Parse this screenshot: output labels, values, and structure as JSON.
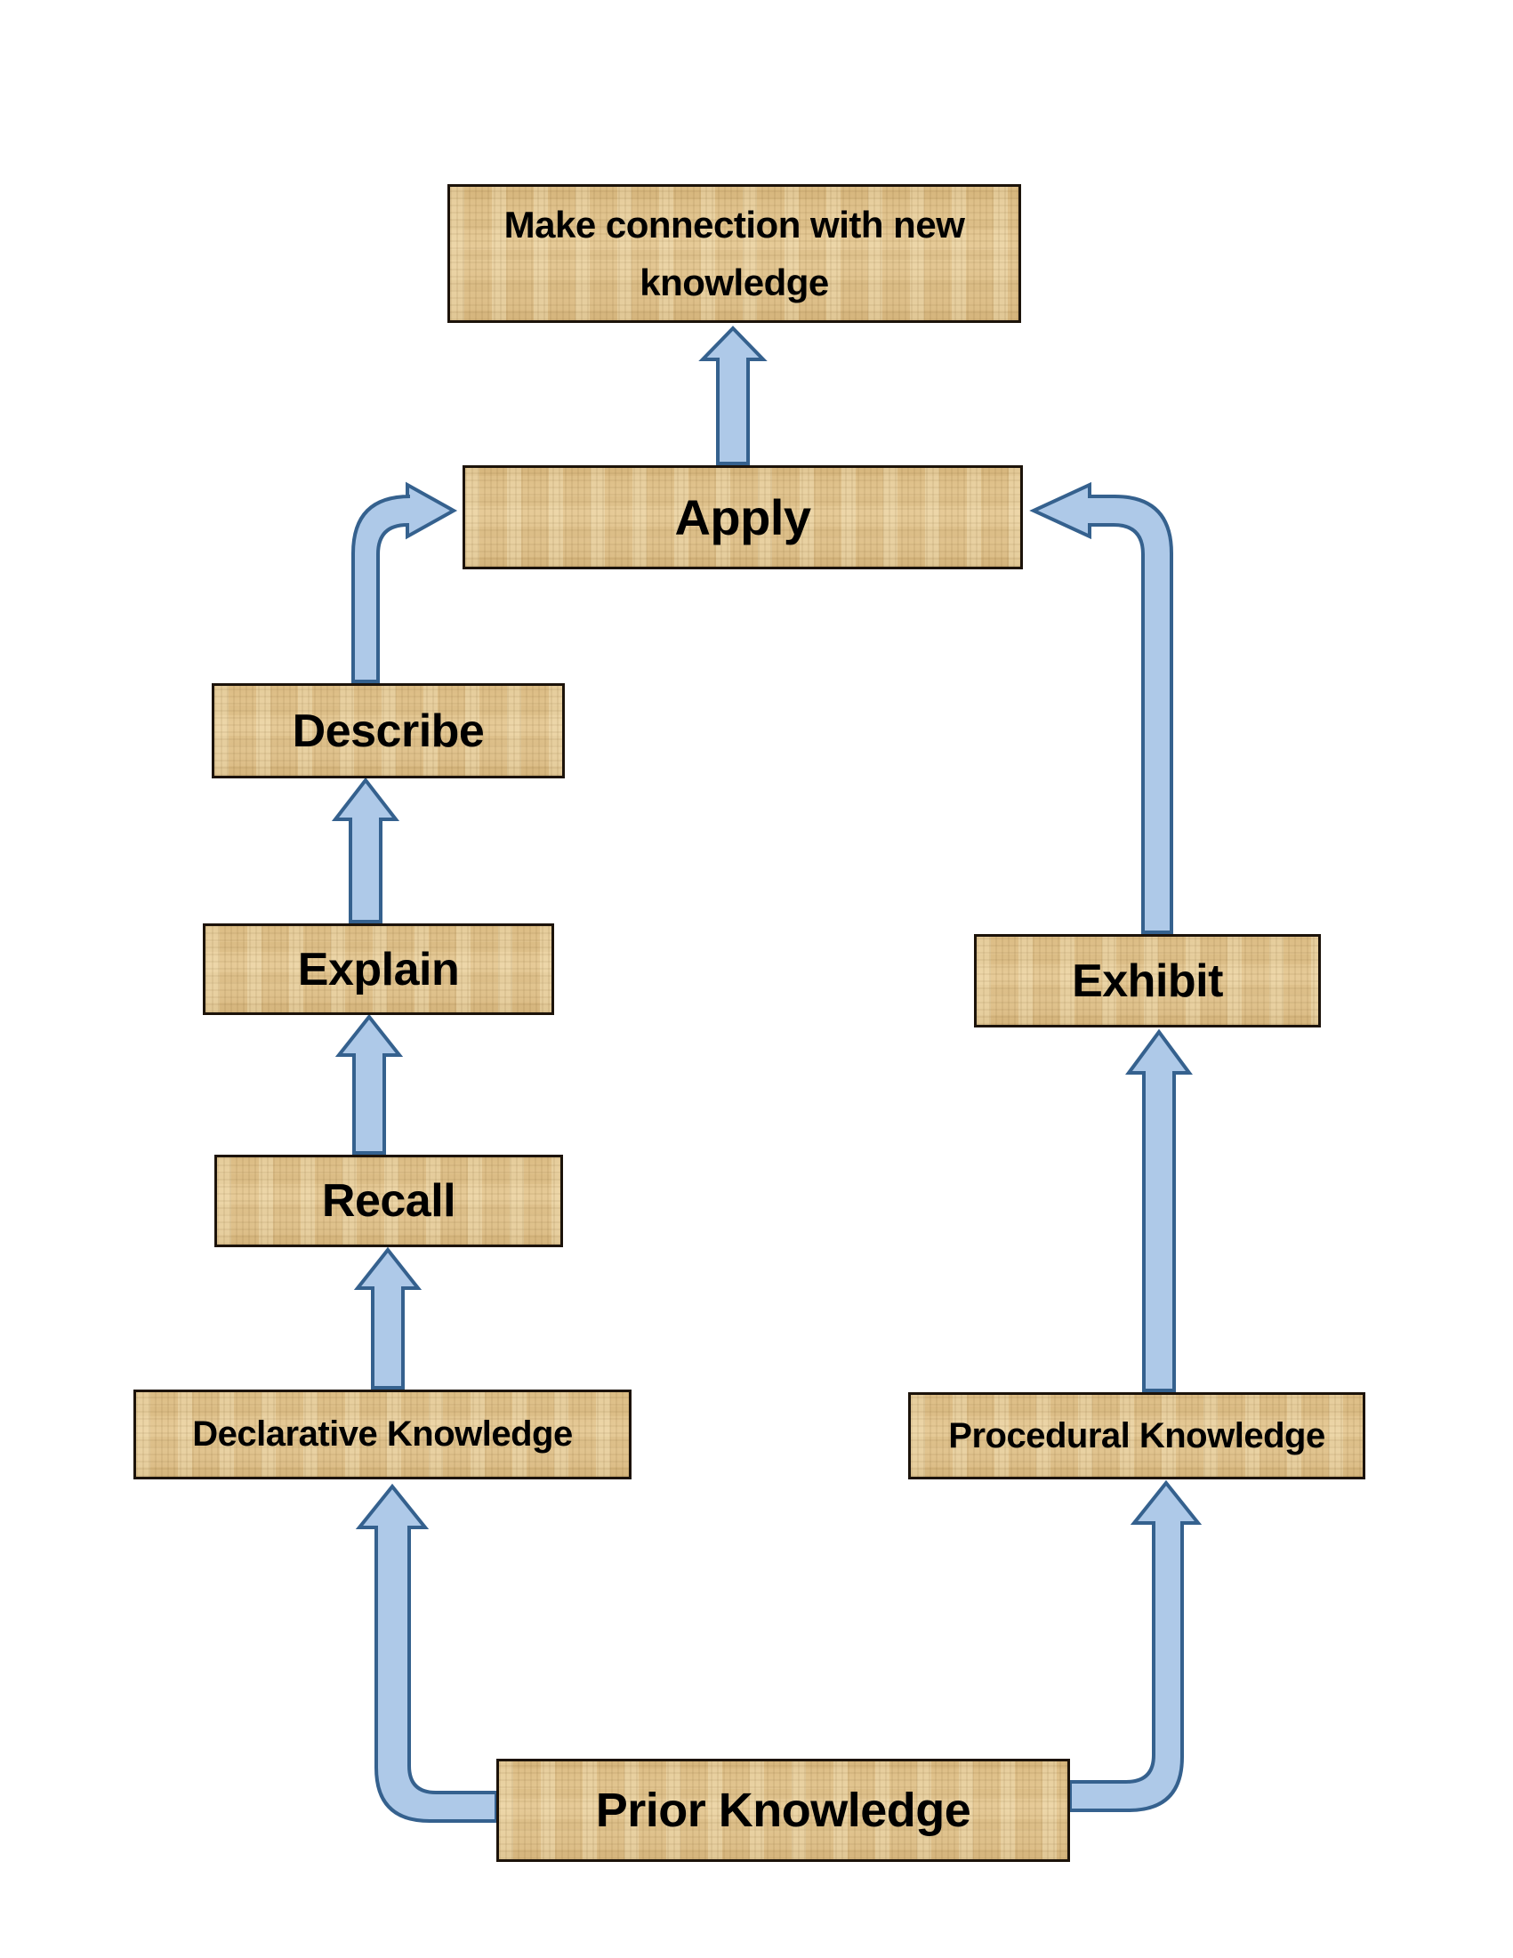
{
  "document": {
    "title": "Prior knowledge flow diagram"
  },
  "nodes": {
    "make_connection": {
      "label": "Make connection with new knowledge"
    },
    "apply": {
      "label": "Apply"
    },
    "describe": {
      "label": "Describe"
    },
    "explain": {
      "label": "Explain"
    },
    "recall": {
      "label": "Recall"
    },
    "declarative": {
      "label": "Declarative Knowledge"
    },
    "exhibit": {
      "label": "Exhibit"
    },
    "procedural": {
      "label": "Procedural Knowledge"
    },
    "prior": {
      "label": "Prior Knowledge"
    }
  },
  "edges": [
    {
      "from": "prior",
      "to": "declarative"
    },
    {
      "from": "prior",
      "to": "procedural"
    },
    {
      "from": "declarative",
      "to": "recall"
    },
    {
      "from": "recall",
      "to": "explain"
    },
    {
      "from": "explain",
      "to": "describe"
    },
    {
      "from": "describe",
      "to": "apply"
    },
    {
      "from": "procedural",
      "to": "exhibit"
    },
    {
      "from": "exhibit",
      "to": "apply"
    },
    {
      "from": "apply",
      "to": "make_connection"
    }
  ],
  "colors": {
    "background": "#ffffff",
    "box_fill": "#e2c48f",
    "box_border": "#1c130a",
    "arrow_fill": "#aec9e8",
    "arrow_stroke": "#35618e",
    "text": "#000000"
  }
}
